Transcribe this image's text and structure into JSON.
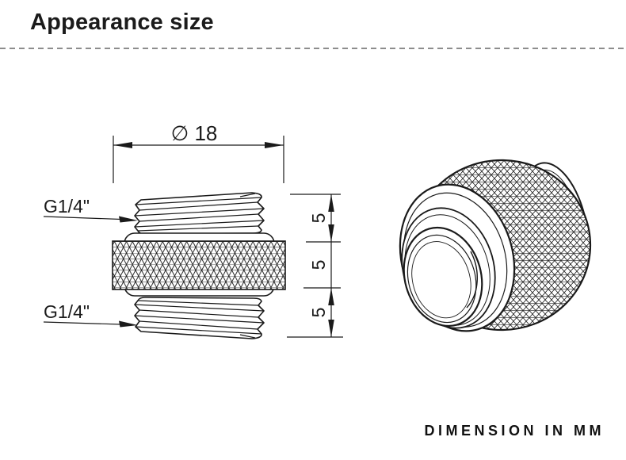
{
  "header": {
    "title": "Appearance size"
  },
  "drawing": {
    "diameter_label": "∅ 18",
    "thread_top_label": "G1/4\"",
    "thread_bottom_label": "G1/4\"",
    "dim_segments": [
      "5",
      "5",
      "5"
    ]
  },
  "footer": {
    "note": "DIMENSION IN MM"
  },
  "colors": {
    "line": "#1a1a1a",
    "title": "#1b1b1b",
    "separator": "#8d8d8d",
    "background": "#ffffff"
  }
}
